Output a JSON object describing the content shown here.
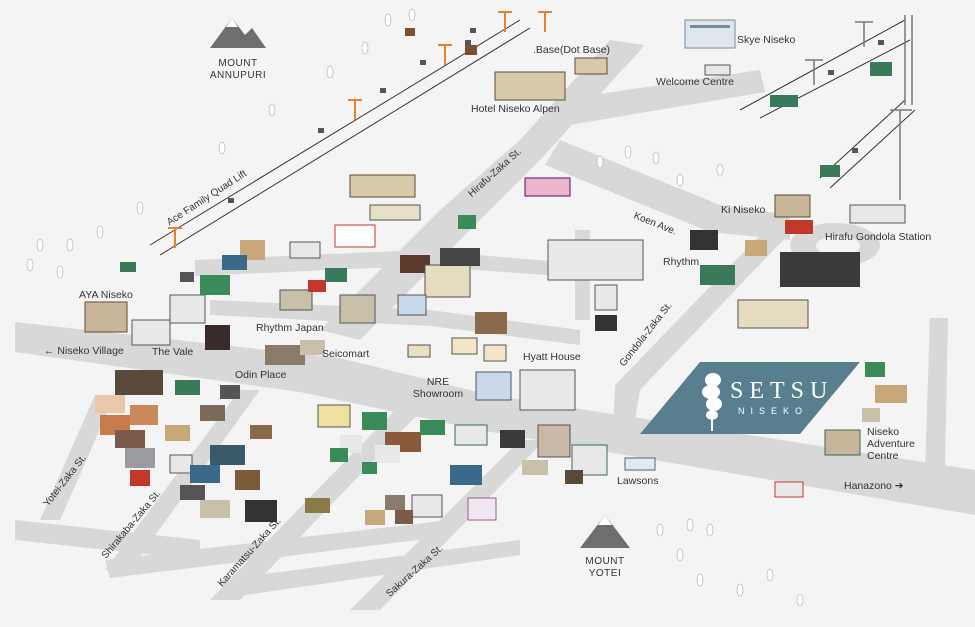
{
  "mountains": {
    "annupuri": [
      "MOUNT",
      "ANNUPURI"
    ],
    "yotei": [
      "MOUNT",
      "YOTEI"
    ]
  },
  "brand": {
    "name": "SETSU",
    "sub": "NISEKO",
    "color": "#587f8e"
  },
  "labels": {
    "skye": "Skye Niseko",
    "dotbase": ".Base(Dot Base)",
    "welcome": "Welcome Centre",
    "alpen": "Hotel Niseko Alpen",
    "ki": "Ki Niseko",
    "gondola_station": "Hirafu Gondola Station",
    "rhythm": "Rhythm",
    "aya": "AYA Niseko",
    "village": "← Niseko Village",
    "vale": "The Vale",
    "rhythm_japan": "Rhythm Japan",
    "seicomart": "Seicomart",
    "odin": "Odin Place",
    "hyatt": "Hyatt House",
    "nre": [
      "NRE",
      "Showroom"
    ],
    "adventure": [
      "Niseko",
      "Adventure",
      "Centre"
    ],
    "lawsons": "Lawsons",
    "hanazono": "Hanazono ➔"
  },
  "streets": {
    "quad_lift": "Ace Family Quad Lift",
    "hirafu": "Hirafu-Zaka St.",
    "koen": "Koen Ave.",
    "gondola": "Gondola-Zaka St.",
    "yotei": "Yotei-Zaka St.",
    "shirakaba": "Shirakaba-Zaka St.",
    "karamatsu": "Karamatsu-Zaka St.",
    "sakura": "Sakura-Zaka St."
  },
  "colors": {
    "road": "#d8d8d8",
    "background": "#f4f4f4",
    "lift_tower": "#e5822c"
  }
}
